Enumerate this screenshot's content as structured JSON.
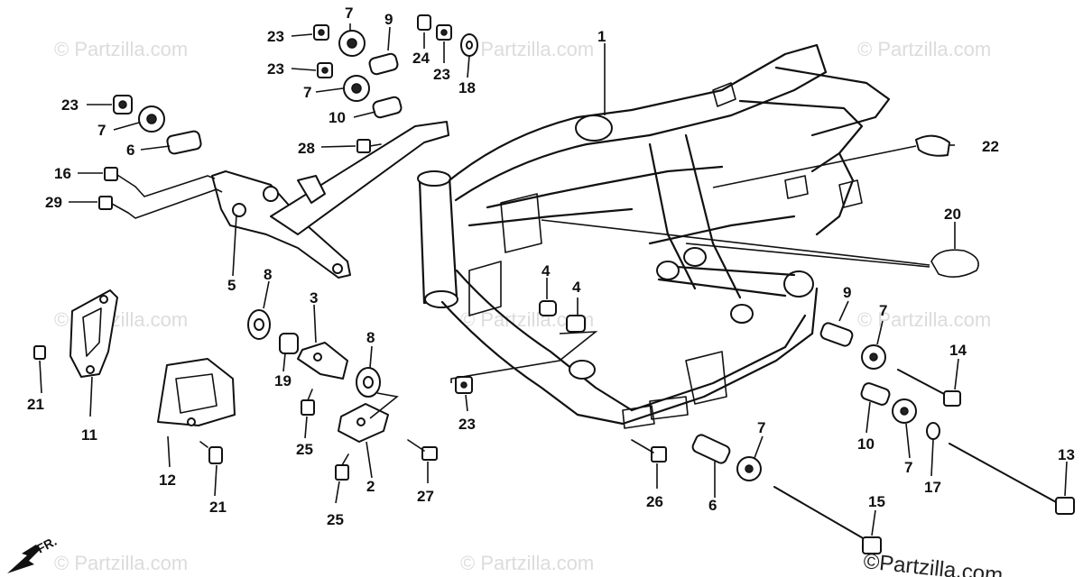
{
  "watermarks": [
    "© Partzilla.com",
    "© Partzilla.com",
    "© Partzilla.com",
    "© Partzilla.com",
    "© Partzilla.com",
    "© Partzilla.com",
    "© Partzilla.com",
    "© Partzilla.com"
  ],
  "copyright": "©Partzilla.com",
  "front_label": "FR.",
  "callouts": {
    "c1": "1",
    "c2": "2",
    "c3": "3",
    "c4a": "4",
    "c4b": "4",
    "c5": "5",
    "c6a": "6",
    "c6b": "6",
    "c7a": "7",
    "c7b": "7",
    "c7c": "7",
    "c7d": "7",
    "c7e": "7",
    "c7f": "7",
    "c8a": "8",
    "c8b": "8",
    "c9a": "9",
    "c9b": "9",
    "c10a": "10",
    "c10b": "10",
    "c11": "11",
    "c12": "12",
    "c13": "13",
    "c14": "14",
    "c15": "15",
    "c16": "16",
    "c17": "17",
    "c18": "18",
    "c19": "19",
    "c20": "20",
    "c21a": "21",
    "c21b": "21",
    "c22": "22",
    "c23a": "23",
    "c23b": "23",
    "c23c": "23",
    "c23d": "23",
    "c23e": "23",
    "c24": "24",
    "c25a": "25",
    "c25b": "25",
    "c26": "26",
    "c27": "27",
    "c28": "28",
    "c29": "29"
  }
}
